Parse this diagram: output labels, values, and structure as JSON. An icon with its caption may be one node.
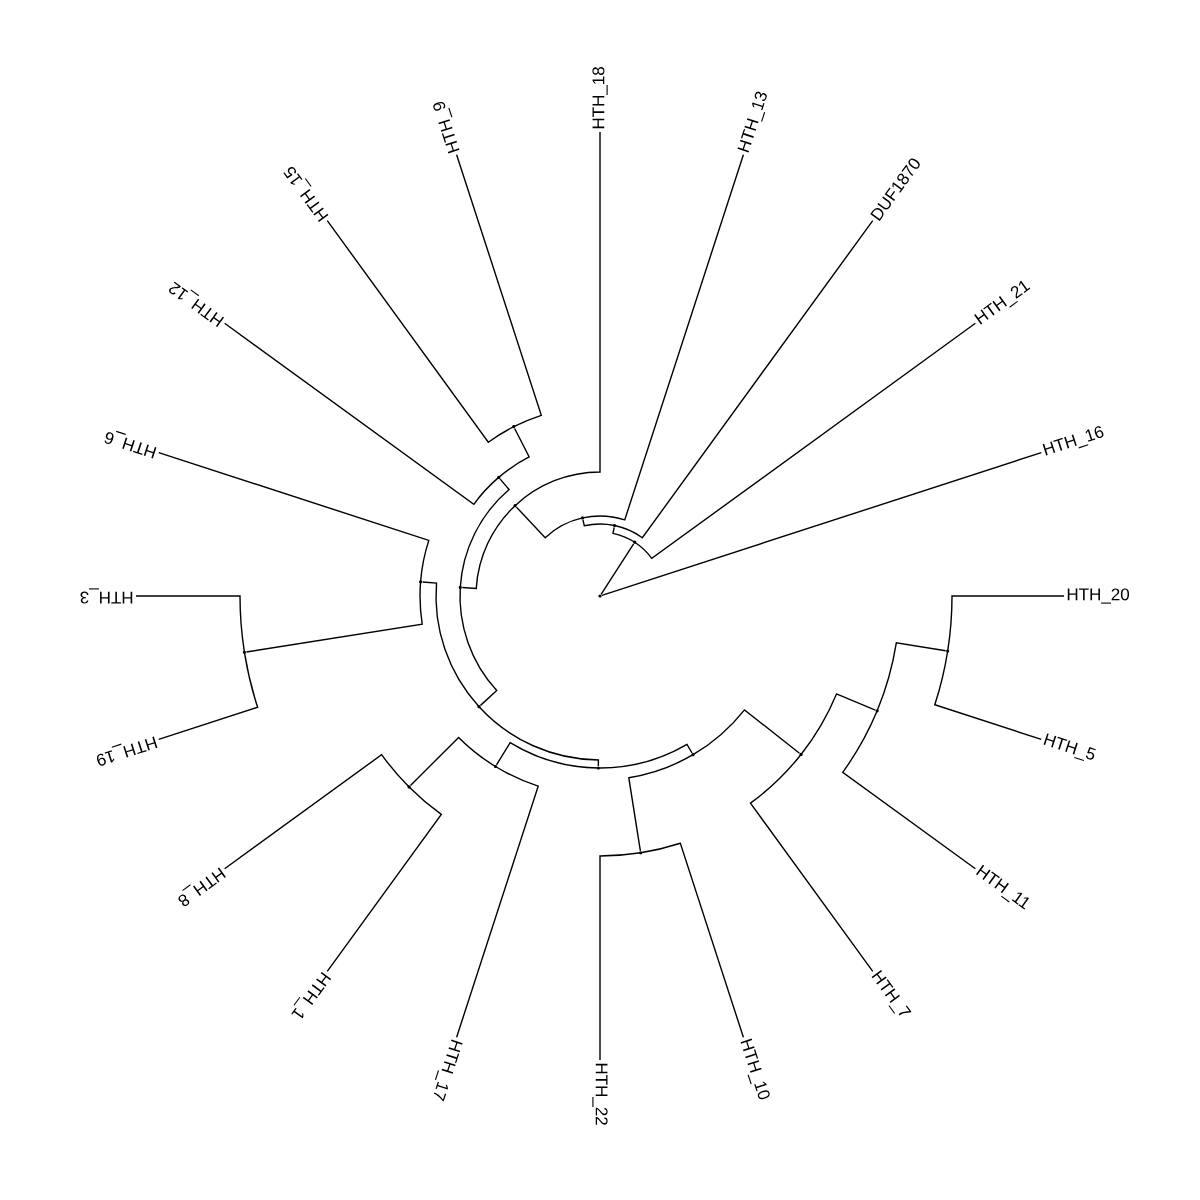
{
  "diagram": {
    "nodes": [
      {
        "text": [
          "HTH_16"
        ]
      },
      {
        "text": [
          "HTH_21"
        ]
      },
      {
        "text": [
          "DUF1870"
        ]
      },
      {
        "text": [
          "HTH_13"
        ]
      },
      {
        "text": [
          "HTH_18"
        ]
      },
      {
        "text": [
          "HTH_9"
        ]
      },
      {
        "text": [
          "HTH_15"
        ]
      },
      {
        "text": [
          "HTH_12"
        ]
      },
      {
        "text": [
          "HTH_6"
        ]
      },
      {
        "text": [
          "HTH_3"
        ]
      },
      {
        "text": [
          "HTH_19"
        ]
      },
      {
        "text": [
          "HTH_8"
        ]
      },
      {
        "text": [
          "HTH_1"
        ]
      },
      {
        "text": [
          "HTH_17"
        ]
      },
      {
        "text": [
          "HTH_22"
        ]
      },
      {
        "text": [
          "HTH_10"
        ]
      },
      {
        "text": [
          "HTH_7"
        ]
      },
      {
        "text": [
          "HTH_11"
        ]
      },
      {
        "text": [
          "HTH_5"
        ]
      },
      {
        "text": [
          "HTH_20"
        ]
      },
      {
        "text": [],
        "shape": "point"
      },
      {
        "text": [],
        "shape": "point"
      },
      {
        "text": [],
        "shape": "point"
      },
      {
        "text": [],
        "shape": "point"
      },
      {
        "text": [],
        "shape": "point"
      },
      {
        "text": [],
        "shape": "point"
      },
      {
        "text": [],
        "shape": "point"
      },
      {
        "text": [],
        "shape": "point"
      },
      {
        "text": [],
        "shape": "point"
      },
      {
        "text": [],
        "shape": "point"
      },
      {
        "text": [],
        "shape": "point"
      },
      {
        "text": [],
        "shape": "point"
      },
      {
        "text": [],
        "shape": "point"
      },
      {
        "text": [],
        "shape": "point"
      },
      {
        "text": [],
        "shape": "point"
      },
      {
        "text": [],
        "shape": "point"
      },
      {
        "text": [],
        "shape": "point"
      },
      {
        "text": [],
        "shape": "point"
      },
      {
        "text": [],
        "shape": "point"
      }
    ],
    "edges": [
      {
        "from": 20,
        "to": 0,
        "arrow": "none"
      },
      {
        "from": 20,
        "to": 21,
        "arrow": "none"
      },
      {
        "from": 21,
        "to": 1,
        "arrow": "none"
      },
      {
        "from": 21,
        "to": 22,
        "arrow": "none"
      },
      {
        "from": 22,
        "to": 2,
        "arrow": "none"
      },
      {
        "from": 22,
        "to": 23,
        "arrow": "none"
      },
      {
        "from": 23,
        "to": 3,
        "arrow": "none"
      },
      {
        "from": 23,
        "to": 24,
        "arrow": "none"
      },
      {
        "from": 24,
        "to": 4,
        "arrow": "none"
      },
      {
        "from": 24,
        "to": 25,
        "arrow": "none"
      },
      {
        "from": 25,
        "to": 26,
        "arrow": "none"
      },
      {
        "from": 25,
        "to": 28,
        "arrow": "none"
      },
      {
        "from": 26,
        "to": 27,
        "arrow": "none"
      },
      {
        "from": 26,
        "to": 7,
        "arrow": "none"
      },
      {
        "from": 27,
        "to": 5,
        "arrow": "none"
      },
      {
        "from": 27,
        "to": 6,
        "arrow": "none"
      },
      {
        "from": 28,
        "to": 29,
        "arrow": "none"
      },
      {
        "from": 28,
        "to": 31,
        "arrow": "none"
      },
      {
        "from": 29,
        "to": 8,
        "arrow": "none"
      },
      {
        "from": 29,
        "to": 30,
        "arrow": "none"
      },
      {
        "from": 30,
        "to": 9,
        "arrow": "none"
      },
      {
        "from": 30,
        "to": 10,
        "arrow": "none"
      },
      {
        "from": 31,
        "to": 32,
        "arrow": "none"
      },
      {
        "from": 31,
        "to": 34,
        "arrow": "none"
      },
      {
        "from": 32,
        "to": 33,
        "arrow": "none"
      },
      {
        "from": 32,
        "to": 13,
        "arrow": "none"
      },
      {
        "from": 33,
        "to": 11,
        "arrow": "none"
      },
      {
        "from": 33,
        "to": 12,
        "arrow": "none"
      },
      {
        "from": 34,
        "to": 35,
        "arrow": "none"
      },
      {
        "from": 34,
        "to": 36,
        "arrow": "none"
      },
      {
        "from": 35,
        "to": 14,
        "arrow": "none"
      },
      {
        "from": 35,
        "to": 15,
        "arrow": "none"
      },
      {
        "from": 36,
        "to": 16,
        "arrow": "none"
      },
      {
        "from": 36,
        "to": 37,
        "arrow": "none"
      },
      {
        "from": 37,
        "to": 17,
        "arrow": "none"
      },
      {
        "from": 37,
        "to": 38,
        "arrow": "none"
      },
      {
        "from": 38,
        "to": 18,
        "arrow": "none"
      },
      {
        "from": 38,
        "to": 19,
        "arrow": "none"
      }
    ]
  }
}
